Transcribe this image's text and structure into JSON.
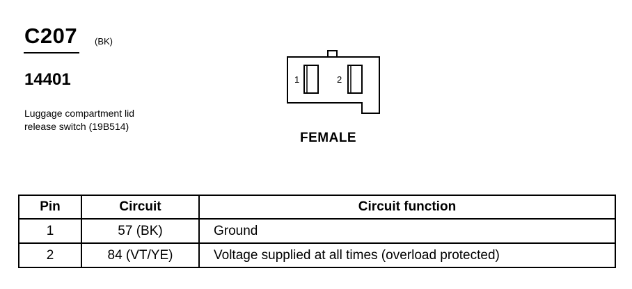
{
  "connector": {
    "id": "C207",
    "color": "(BK)",
    "part_number": "14401",
    "description": [
      "Luggage compartment lid",
      "release switch (19B514)"
    ]
  },
  "diagram": {
    "pin_labels": [
      "1",
      "2"
    ],
    "view": "FEMALE"
  },
  "table": {
    "headers": [
      "Pin",
      "Circuit",
      "Circuit function"
    ],
    "rows": [
      {
        "pin": "1",
        "circuit": "57 (BK)",
        "function": "Ground"
      },
      {
        "pin": "2",
        "circuit": "84 (VT/YE)",
        "function": "Voltage supplied at all times (overload protected)"
      }
    ]
  }
}
